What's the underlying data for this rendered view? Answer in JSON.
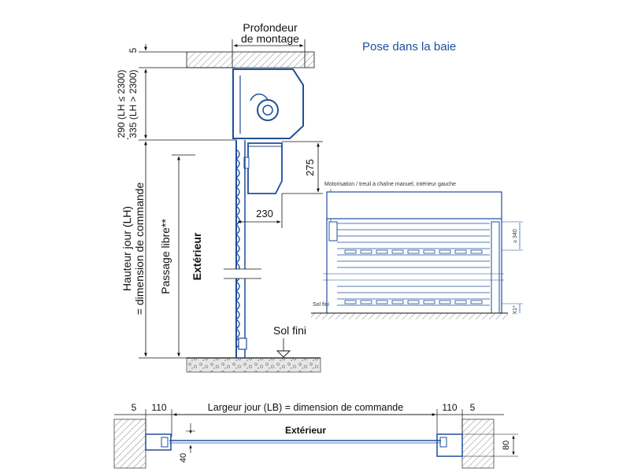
{
  "title": "Pose dans la baie",
  "colors": {
    "accent": "#1f4e9c",
    "line": "#111111",
    "hatch": "#888888"
  },
  "section": {
    "profondeur_line1": "Profondeur",
    "profondeur_line2": "de montage",
    "dim_top": "5",
    "lh_small": "290 (LH ≤ 2300)",
    "lh_large": "335 (LH > 2300)",
    "hauteur_line1": "Hauteur jour (LH)",
    "hauteur_line2": "= dimension de commande",
    "passage": "Passage libre**",
    "exterieur": "Extérieur",
    "dim_275": "275",
    "dim_230": "230",
    "sol_fini": "Sol fini",
    "dot": "·"
  },
  "front": {
    "motor_note": "Motorisation / treuil à chaîne manuel, intérieur gauche",
    "dim_340": "≥ 340",
    "sol_fini": "Sol fini",
    "x1": "X1*"
  },
  "plan": {
    "dim_5_left": "5",
    "dim_110_left": "110",
    "largeur": "Largeur jour (LB) = dimension de commande",
    "dim_110_right": "110",
    "dim_5_right": "5",
    "exterieur": "Extérieur",
    "dim_40": "40",
    "dim_80": "80"
  }
}
